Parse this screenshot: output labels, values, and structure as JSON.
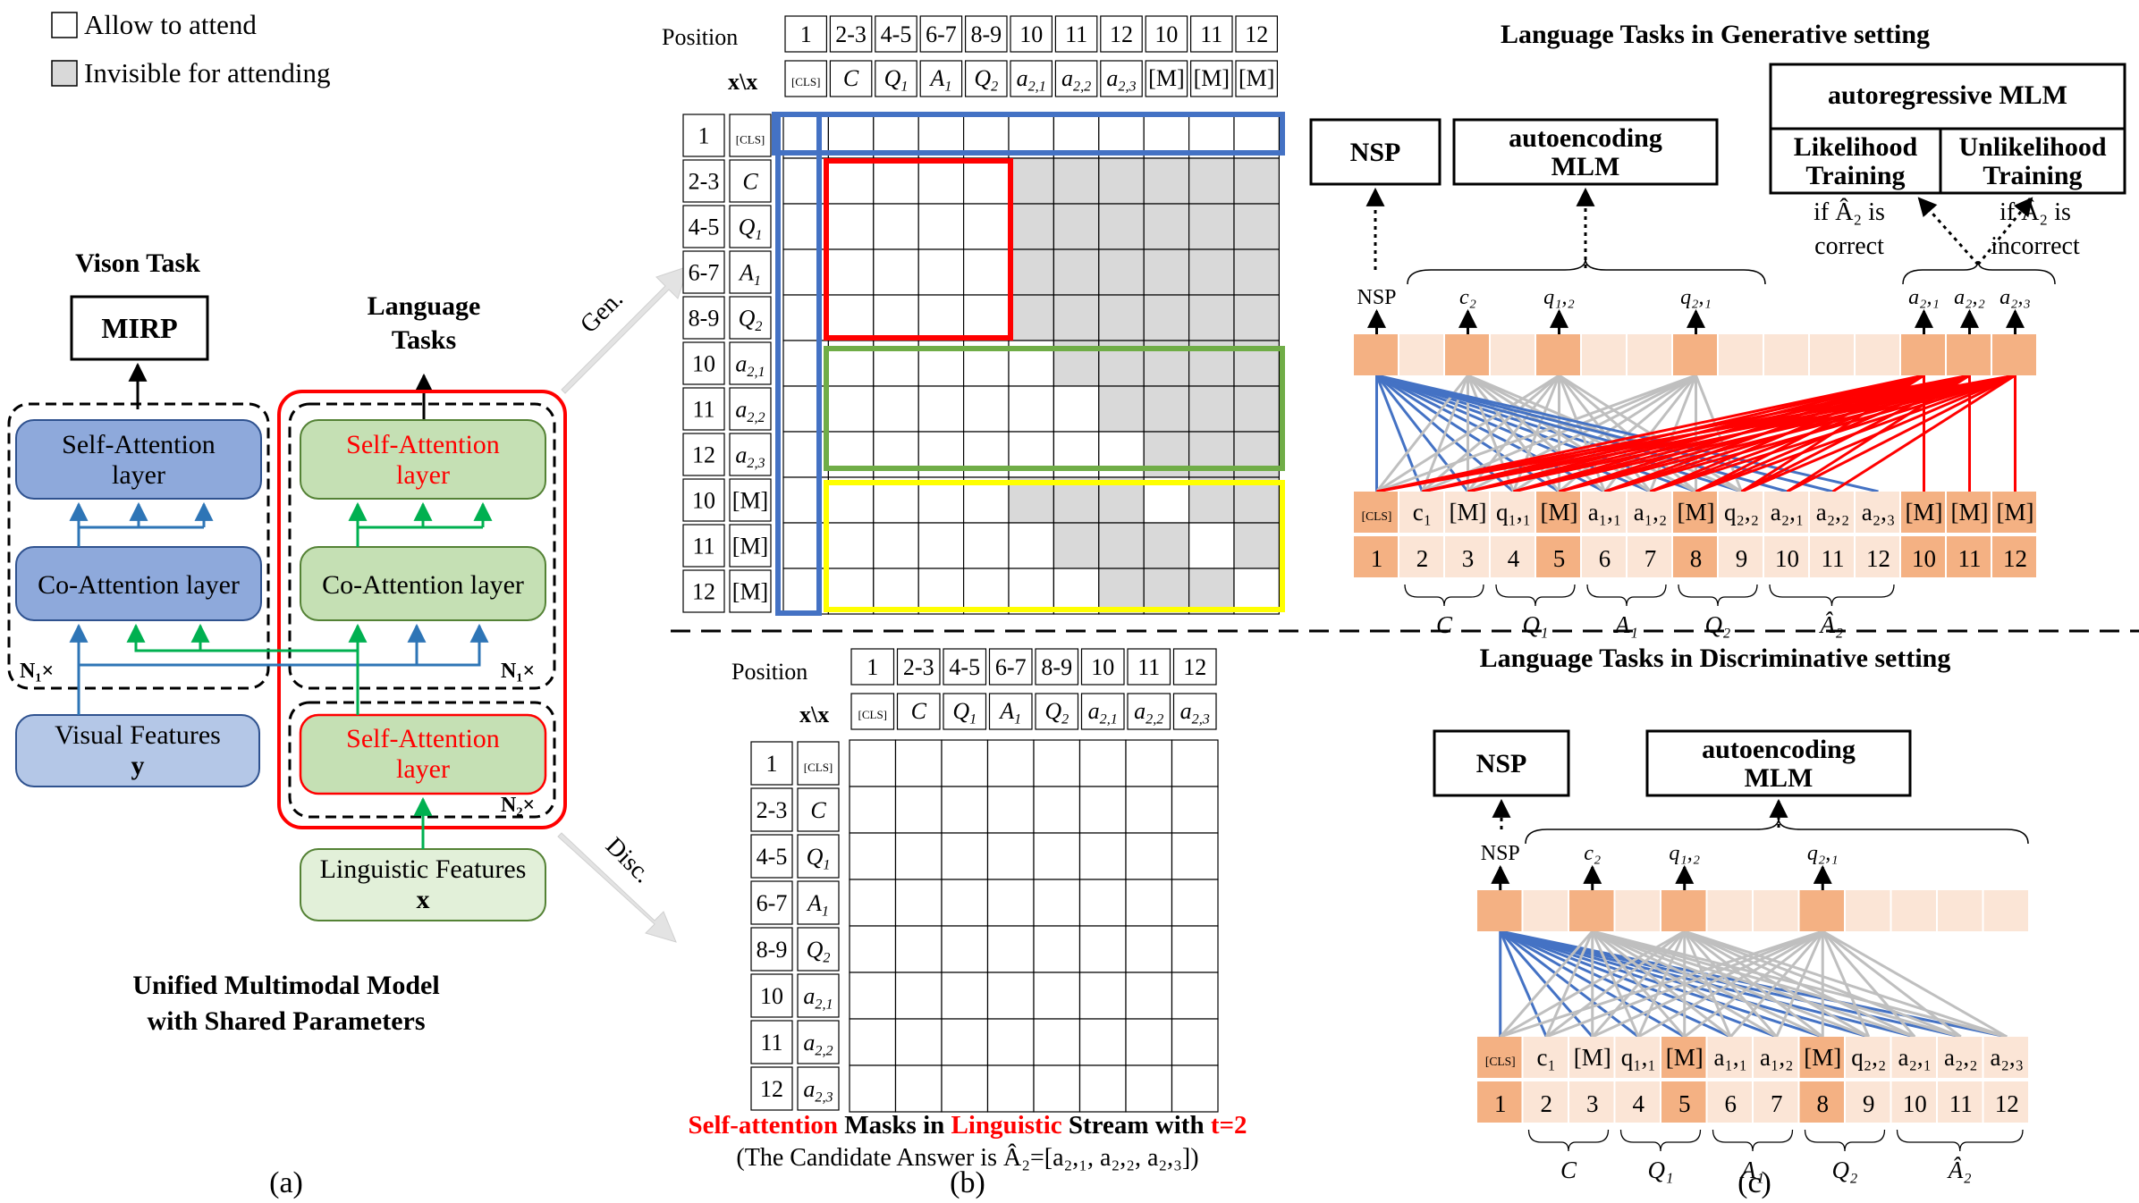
{
  "legend": {
    "allow": "Allow to attend",
    "invisible": "Invisible for attending"
  },
  "colors": {
    "blue_box": "#8EA9DB",
    "blue_light": "#B4C7E7",
    "green_box": "#C5E0B4",
    "green_light": "#E2F0D9",
    "red": "#FF0000",
    "blue_line": "#4472C4",
    "green_arrow": "#00B050",
    "gray_cell": "#D9D9D9",
    "orange_dark": "#F4B183",
    "orange_light": "#FBE5D6",
    "green_rect": "#70AD47",
    "yellow_rect": "#FFFF00"
  },
  "panel_a": {
    "vision_task": "Vison Task",
    "mirp": "MIRP",
    "language_tasks": [
      "Language",
      "Tasks"
    ],
    "self_attention": [
      "Self-Attention",
      "layer"
    ],
    "co_attention": "Co-Attention layer",
    "visual_features": [
      "Visual Features",
      "y"
    ],
    "linguistic_features": [
      "Linguistic Features",
      "x"
    ],
    "n1_left": "N₁×",
    "n1_right": "N₁×",
    "n2": "N₂×",
    "caption": [
      "Unified Multimodal Model",
      "with Shared Parameters"
    ],
    "label": "(a)",
    "gen": "Gen.",
    "disc": "Disc."
  },
  "panel_b": {
    "position_label": "Position",
    "xx_label": "x\\x",
    "gen_positions": [
      "1",
      "2-3",
      "4-5",
      "6-7",
      "8-9",
      "10",
      "11",
      "12",
      "10",
      "11",
      "12"
    ],
    "gen_tokens": [
      "[CLS]",
      "C",
      "Q1",
      "A1",
      "Q2",
      "a2,1",
      "a2,2",
      "a2,3",
      "[M]",
      "[M]",
      "[M]"
    ],
    "disc_positions": [
      "1",
      "2-3",
      "4-5",
      "6-7",
      "8-9",
      "10",
      "11",
      "12"
    ],
    "disc_tokens": [
      "[CLS]",
      "C",
      "Q1",
      "A1",
      "Q2",
      "a2,1",
      "a2,2",
      "a2,3"
    ],
    "caption_parts": [
      "Self-attention",
      " Masks in ",
      "Linguistic",
      " Stream with ",
      "t=2"
    ],
    "caption_line2": "(The Candidate Answer is Â₂=[a₂,₁, a₂,₂, a₂,₃])",
    "label": "(b)"
  },
  "panel_c": {
    "gen_title": "Language Tasks in Generative setting",
    "disc_title": "Language Tasks in Discriminative setting",
    "nsp": "NSP",
    "ae_mlm": [
      "autoencoding",
      "MLM"
    ],
    "ar_mlm": "autoregressive MLM",
    "likelihood": [
      "Likelihood",
      "Training"
    ],
    "unlikelihood": [
      "Unlikelihood",
      "Training"
    ],
    "if_correct": [
      "if Â₂ is",
      "correct"
    ],
    "if_incorrect": [
      "if Â₂ is",
      "incorrect"
    ],
    "gen_outputs": [
      "NSP",
      "c₂",
      "q₁,₂",
      "q₂,₁",
      "a₂,₁",
      "a₂,₂",
      "a₂,₃"
    ],
    "disc_outputs": [
      "NSP",
      "c₂",
      "q₁,₂",
      "q₂,₁"
    ],
    "gen_tokens": [
      "[CLS]",
      "c₁",
      "[M]",
      "q₁,₁",
      "[M]",
      "a₁,₁",
      "a₁,₂",
      "[M]",
      "q₂,₂",
      "a₂,₁",
      "a₂,₂",
      "a₂,₃",
      "[M]",
      "[M]",
      "[M]"
    ],
    "gen_positions": [
      "1",
      "2",
      "3",
      "4",
      "5",
      "6",
      "7",
      "8",
      "9",
      "10",
      "11",
      "12",
      "10",
      "11",
      "12"
    ],
    "disc_tokens": [
      "[CLS]",
      "c₁",
      "[M]",
      "q₁,₁",
      "[M]",
      "a₁,₁",
      "a₁,₂",
      "[M]",
      "q₂,₂",
      "a₂,₁",
      "a₂,₂",
      "a₂,₃"
    ],
    "disc_positions": [
      "1",
      "2",
      "3",
      "4",
      "5",
      "6",
      "7",
      "8",
      "9",
      "10",
      "11",
      "12"
    ],
    "segments": [
      "C",
      "Q₁",
      "A₁",
      "Q₂",
      "Â₂"
    ],
    "label": "(c)"
  }
}
